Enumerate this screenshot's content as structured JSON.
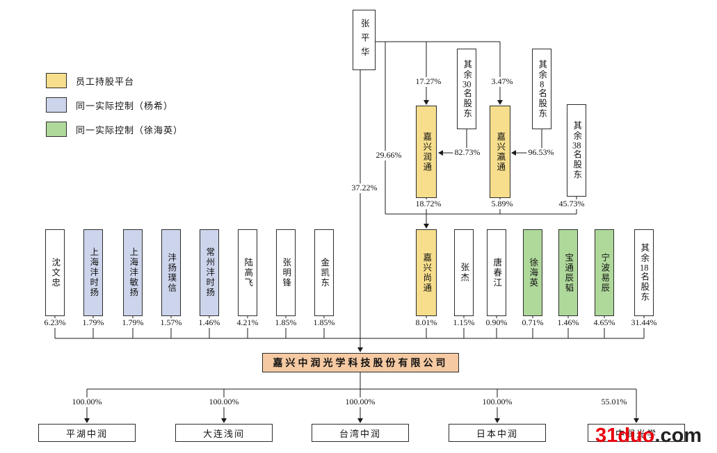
{
  "legend": {
    "items": [
      {
        "label": "员工持股平台",
        "swatch": "yellow"
      },
      {
        "label": "同一实际控制（杨希）",
        "swatch": "blue"
      },
      {
        "label": "同一实际控制（徐海英）",
        "swatch": "green"
      }
    ]
  },
  "colors": {
    "employee_platform": "#F6DE8D",
    "control_yangxi": "#CDD5EC",
    "control_xuhaiying": "#AFD89B",
    "company": "#F5C9A2",
    "watermark_red": "#E8000D"
  },
  "top_nodes": {
    "zhang_pinghua": "张平华",
    "jiaxing_runtong": "嘉兴润通",
    "jiaxing_yingtong": "嘉兴瀛通",
    "other_30": "其余30名股东",
    "other_8": "其余8名股东",
    "other_38": "其余38名股东"
  },
  "edge_labels": {
    "zhang_to_runtong": "17.27%",
    "zhang_to_yingtong": "3.47%",
    "zhang_to_shangtong": "29.66%",
    "zhang_to_company": "37.22%",
    "other30_to_runtong": "82.73%",
    "other8_to_yingtong": "96.53%",
    "runtong_to_shangtong": "18.72%",
    "yingtong_to_shangtong": "5.89%",
    "other38_to_shangtong": "45.73%"
  },
  "shareholders": [
    {
      "label": "沈文忠",
      "pct": "6.23%",
      "group": "none"
    },
    {
      "label": "上海沣时扬",
      "pct": "1.79%",
      "group": "yangxi"
    },
    {
      "label": "上海沣敏扬",
      "pct": "1.79%",
      "group": "yangxi"
    },
    {
      "label": "沣扬璞信",
      "pct": "1.57%",
      "group": "yangxi"
    },
    {
      "label": "常州沣时扬",
      "pct": "1.46%",
      "group": "yangxi"
    },
    {
      "label": "陆高飞",
      "pct": "4.21%",
      "group": "none"
    },
    {
      "label": "张明锋",
      "pct": "1.85%",
      "group": "none"
    },
    {
      "label": "金凯东",
      "pct": "1.85%",
      "group": "none"
    },
    {
      "label": "嘉兴尚通",
      "pct": "8.01%",
      "group": "employee_platform"
    },
    {
      "label": "张杰",
      "pct": "1.15%",
      "group": "none"
    },
    {
      "label": "唐春江",
      "pct": "0.90%",
      "group": "none"
    },
    {
      "label": "徐海英",
      "pct": "0.71%",
      "group": "xuhaiying"
    },
    {
      "label": "宝通辰韬",
      "pct": "1.46%",
      "group": "xuhaiying"
    },
    {
      "label": "宁波易辰",
      "pct": "4.65%",
      "group": "xuhaiying"
    },
    {
      "label": "其余18名股东",
      "pct": "31.44%",
      "group": "none"
    }
  ],
  "company": {
    "name": "嘉兴中润光学科技股份有限公司"
  },
  "subsidiaries": [
    {
      "label": "平湖中润",
      "pct": "100.00%"
    },
    {
      "label": "大连浅间",
      "pct": "100.00%"
    },
    {
      "label": "台湾中润",
      "pct": "100.00%"
    },
    {
      "label": "日本中润",
      "pct": "100.00%"
    },
    {
      "label": "中润光学",
      "pct": "55.01%"
    }
  ],
  "watermark": {
    "brand": "31duo",
    "suffix": ".com"
  }
}
